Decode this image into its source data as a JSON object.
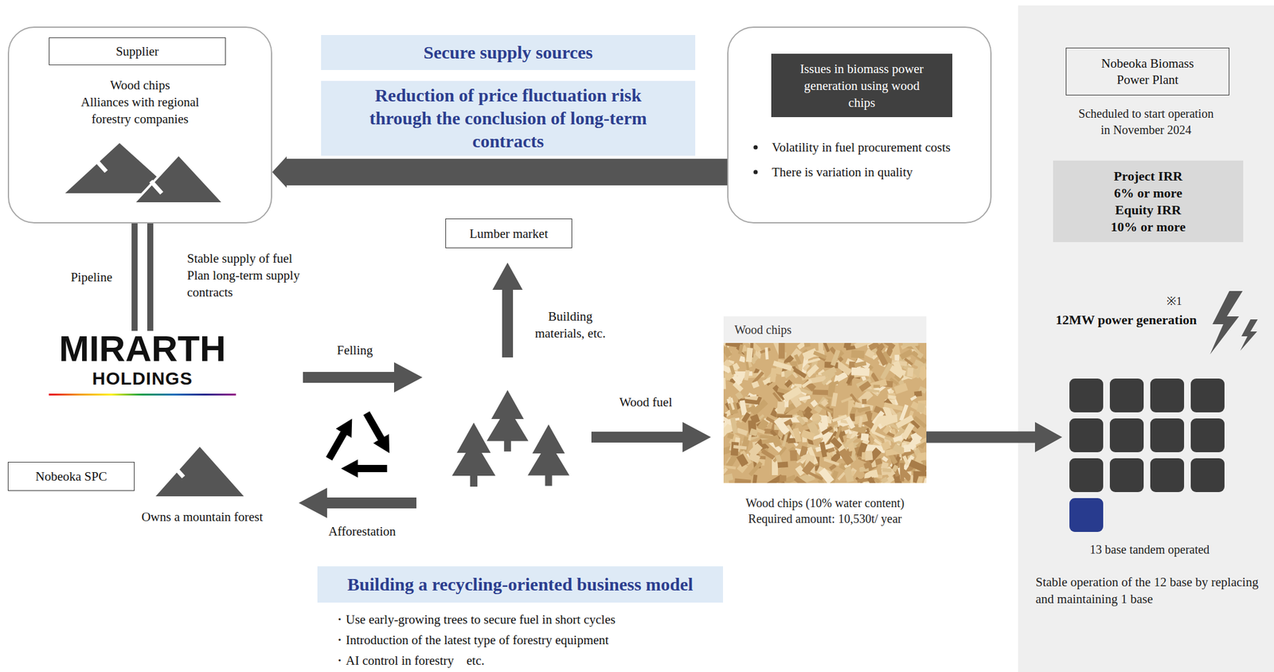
{
  "diagram": {
    "nodes": [
      {
        "text": [
          "Wood chips",
          "Alliances with regional forestry companies"
        ]
      },
      {
        "text": [
          "Supplier"
        ],
        "in": 0
      },
      {
        "text": [
          "Secure supply sources"
        ]
      },
      {
        "text": [
          "Reduction of price fluctuation risk through the conclusion of long-term contracts"
        ]
      },
      {
        "text": [
          "Volatility in fuel procurement costs",
          "There is variation in quality"
        ]
      },
      {
        "text": [
          "Issues in biomass power generation using wood chips"
        ],
        "in": 4
      },
      {
        "text": [
          "Scheduled to start operation in November 2024",
          "※1",
          "12MW power generation",
          "Stable operation of the 12 base by replacing and maintaining 1 base"
        ]
      },
      {
        "text": [
          "Nobeoka Biomass Power Plant"
        ],
        "in": 6
      },
      {
        "text": [
          "Project IRR 6% or more",
          "Equity IRR 10% or more"
        ],
        "in": 6
      },
      {
        "text": [
          "Lumber market"
        ]
      },
      {
        "text": [
          "MIRARTH",
          "HOLDINGS"
        ]
      },
      {
        "text": [
          "Wood chips",
          "Wood chips (10% water content)",
          "Required amount: 10,530t/ year"
        ]
      },
      {
        "text": [
          "13 base tandem operated"
        ],
        "in": 6
      },
      {
        "text": [
          "Nobeoka SPC"
        ]
      },
      {
        "text": [
          "Building a recycling-oriented business model"
        ]
      }
    ],
    "edges": [
      {
        "from": 4,
        "to": 0,
        "arrow": "to"
      },
      {
        "from": 0,
        "to": 10,
        "label": "Pipeline",
        "arrow": "none"
      },
      {
        "from": 11,
        "to": 12,
        "arrow": "to"
      }
    ],
    "labels": [
      "Stable supply of fuel",
      "Plan long-term supply contracts",
      "Building materials, etc.",
      "Felling",
      "Wood fuel",
      "Owns a mountain forest",
      "Afforestation",
      "・Use early-growing trees to secure fuel in short cycles",
      "・Introduction of the latest type of forestry equipment",
      "・AI control in forestry　etc."
    ]
  }
}
